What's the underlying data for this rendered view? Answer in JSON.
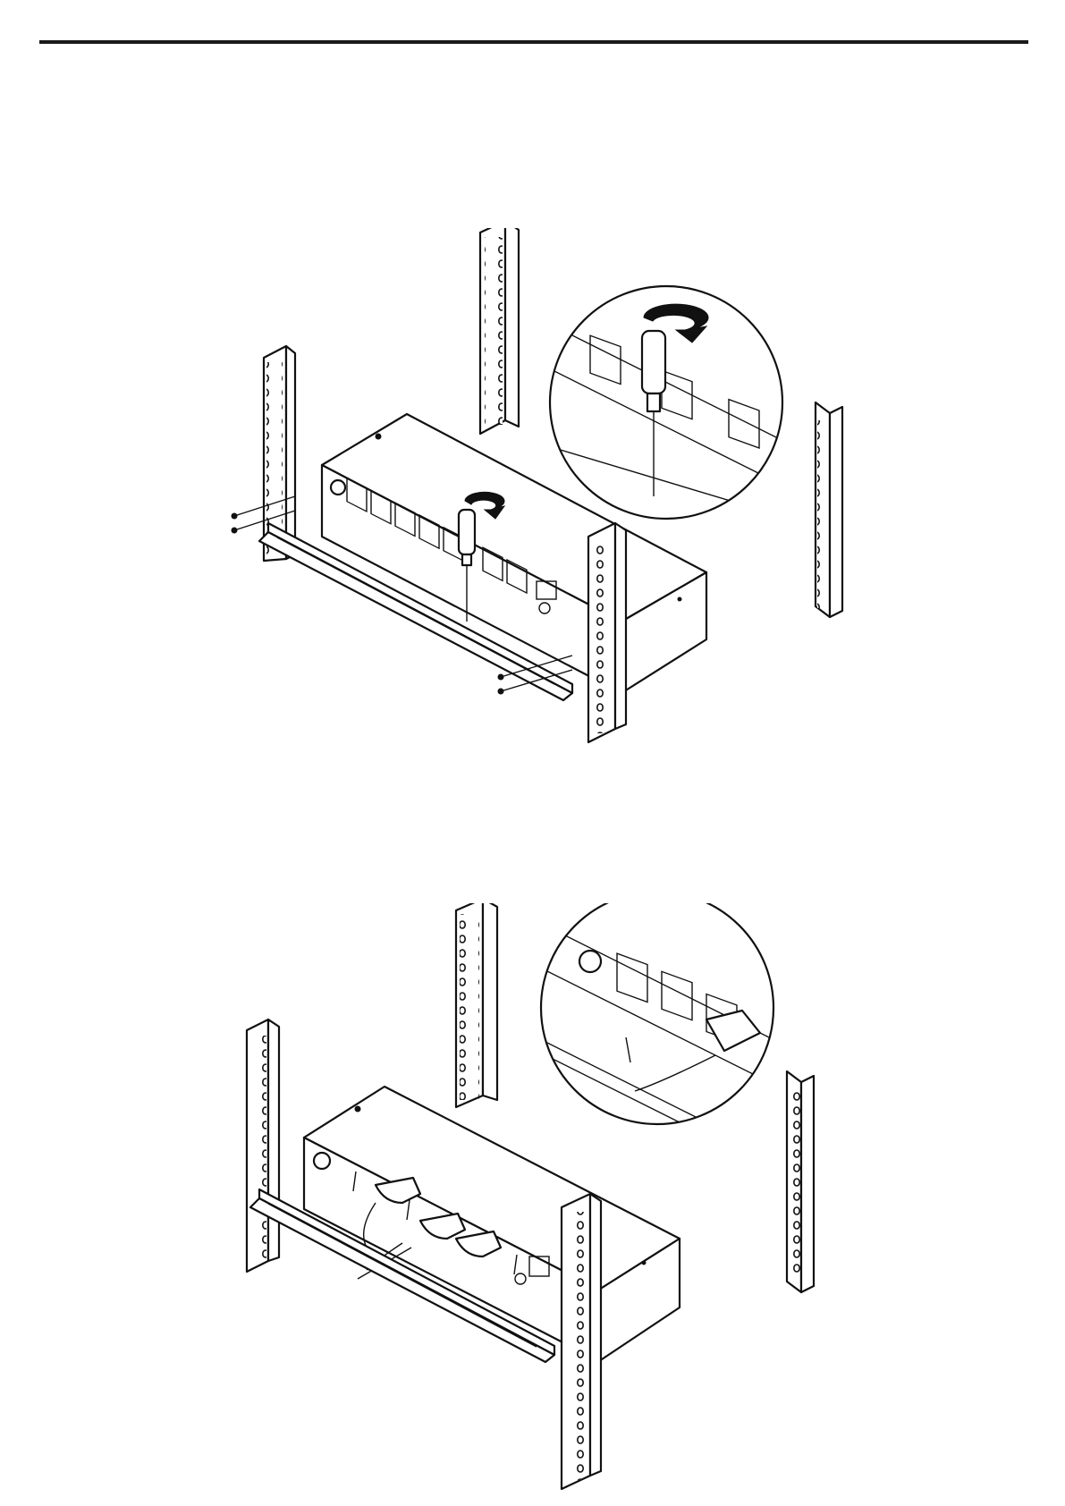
{
  "page": {
    "header_rule": "rule",
    "figures": [
      {
        "id": "fig1",
        "icons": [
          "rack-post-icon",
          "pdu-unit-icon",
          "screwdriver-icon",
          "rotate-arrow-icon",
          "screw-icon",
          "cable-bar-icon",
          "zoom-detail-icon"
        ]
      },
      {
        "id": "fig2",
        "icons": [
          "rack-post-icon",
          "pdu-unit-icon",
          "power-cord-icon",
          "cable-tie-icon",
          "cable-bar-icon",
          "zoom-detail-icon"
        ]
      }
    ],
    "colors": {
      "line": "#111111",
      "background": "#ffffff"
    }
  }
}
